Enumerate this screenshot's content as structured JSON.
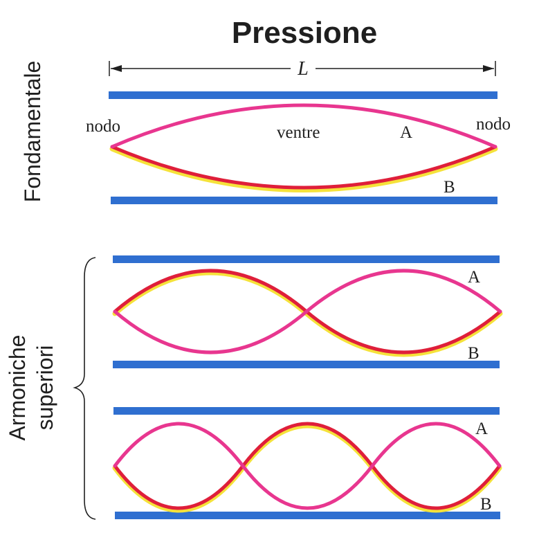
{
  "title": "Pressione",
  "length_label": "L",
  "groups": {
    "fundamental": "Fondamentale",
    "upper_line1": "Armoniche",
    "upper_line2": "superiori"
  },
  "labels": {
    "node_left": "nodo",
    "antinode": "ventre",
    "node_right": "nodo",
    "curve_a": "A",
    "curve_b": "B"
  },
  "modes": [
    {
      "loops": 1,
      "curves": [
        "A",
        "B"
      ]
    },
    {
      "loops": 2,
      "curves": [
        "A",
        "B"
      ]
    },
    {
      "loops": 3,
      "curves": [
        "A",
        "B"
      ]
    }
  ],
  "colors": {
    "pipe_wall": "#2f6fd0",
    "curve_a": "#e8368f",
    "curve_b": "#df1f3a",
    "curve_b_edge": "#f5e23a",
    "text": "#1f1f1f"
  }
}
